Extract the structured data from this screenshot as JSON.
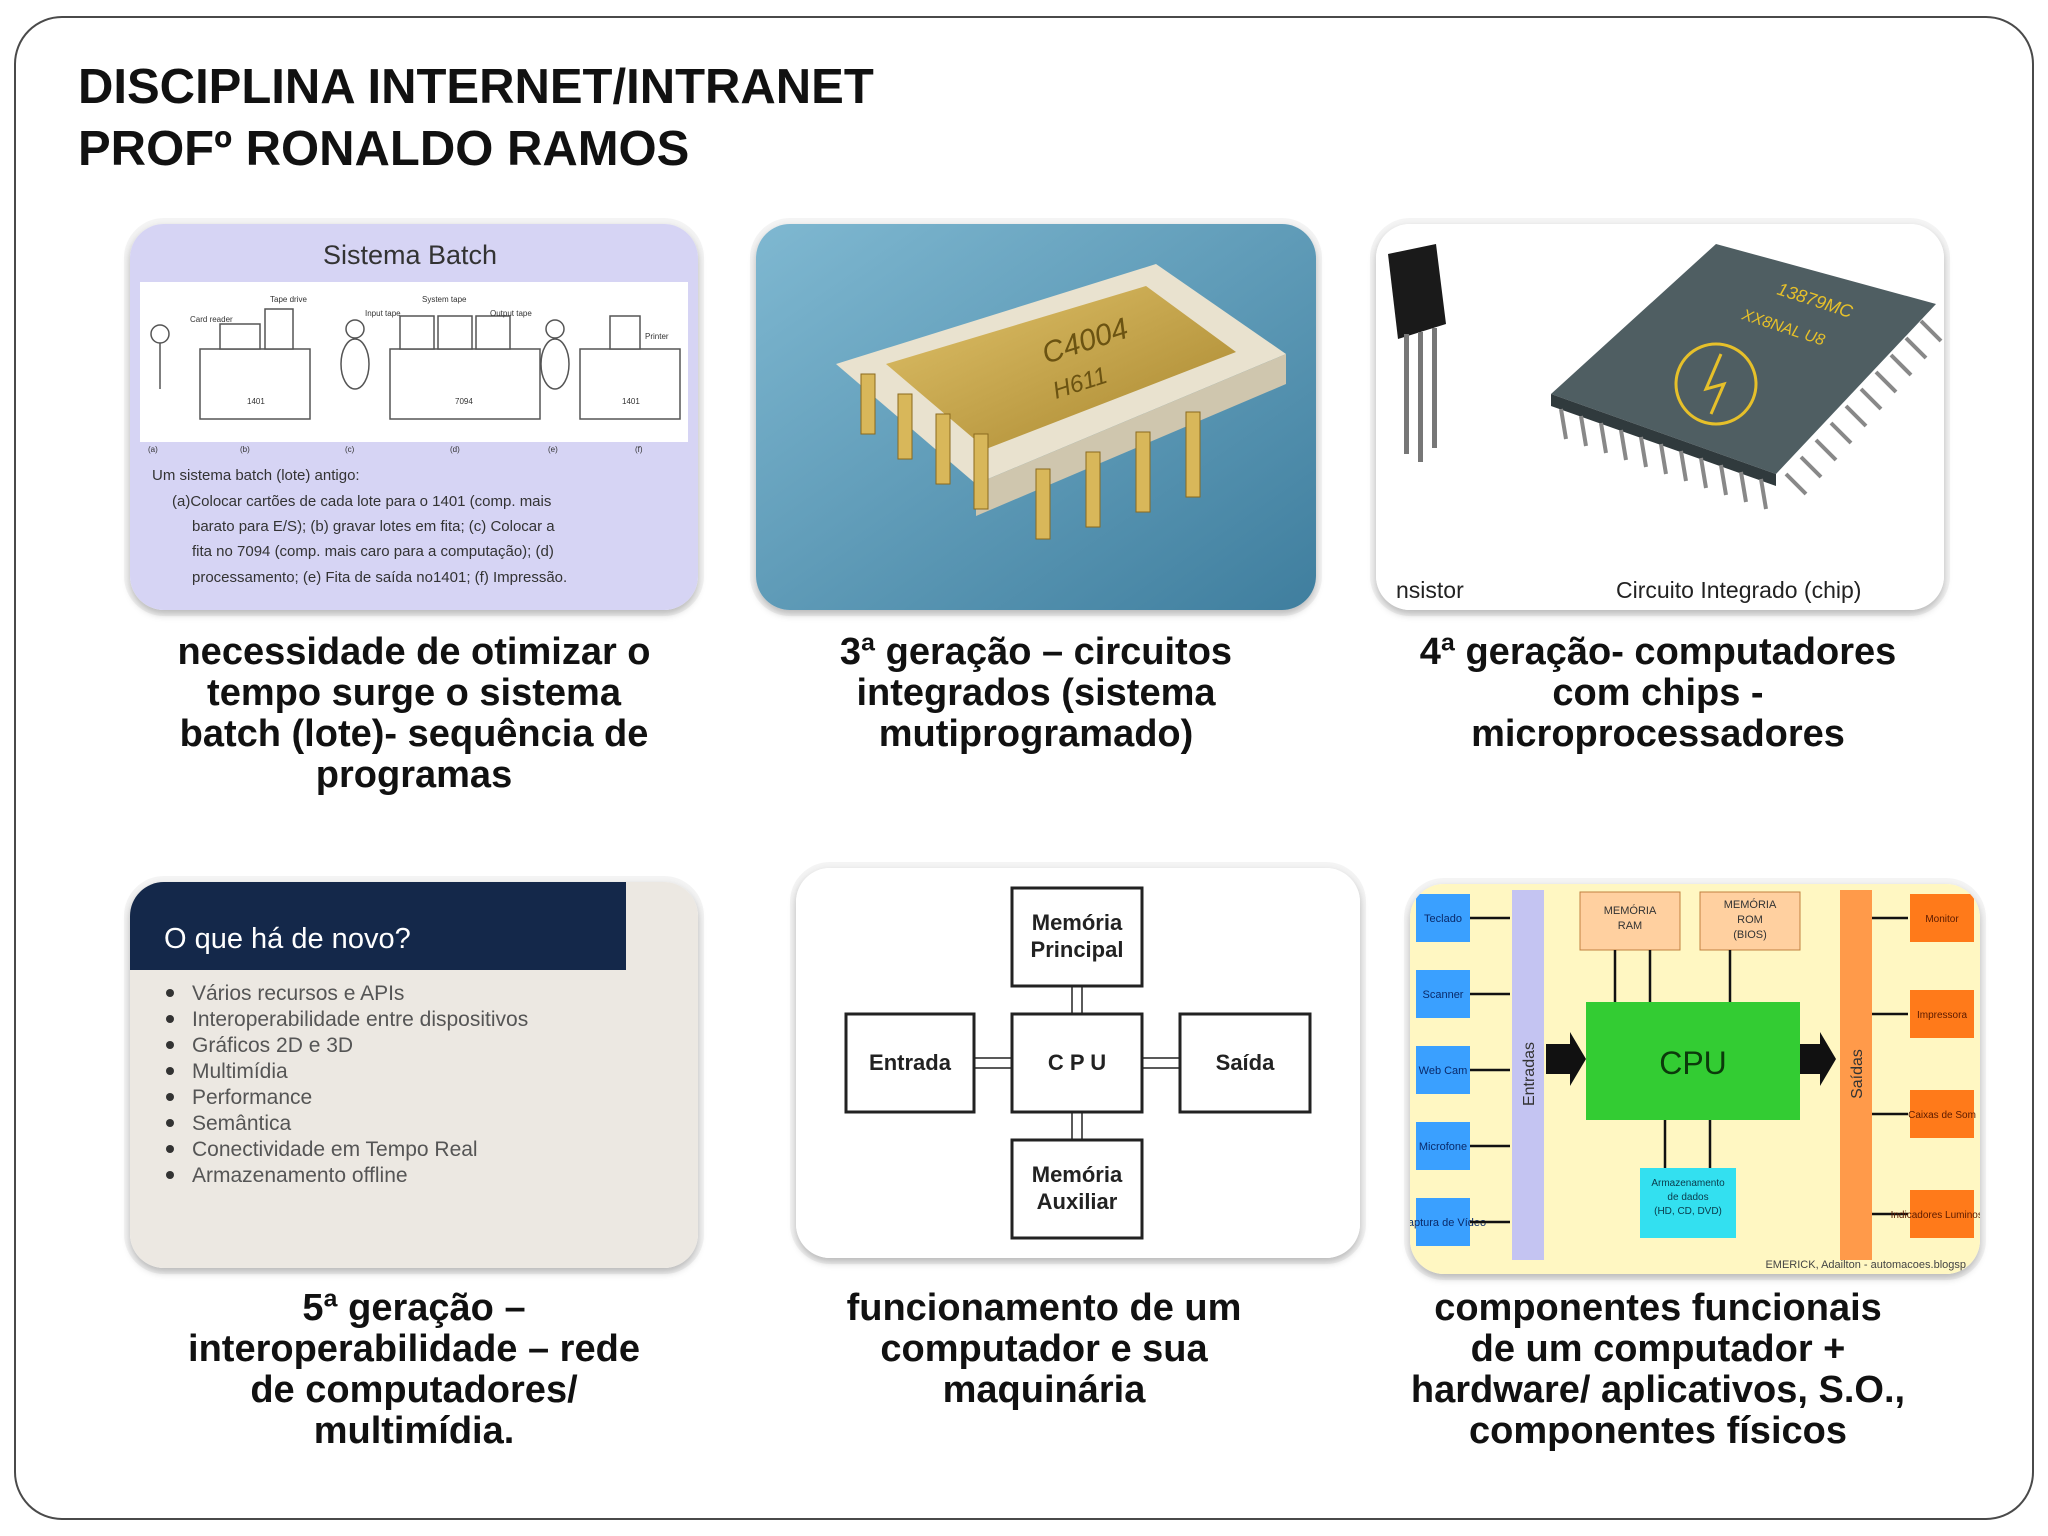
{
  "header": {
    "line1": "DISCIPLINA INTERNET/INTRANET",
    "line2": "PROFº RONALDO RAMOS"
  },
  "cards": {
    "batch": {
      "title": "Sistema Batch",
      "equip_labels": [
        "Tape drive",
        "Card reader",
        "Input tape",
        "System tape",
        "Output tape",
        "Printer"
      ],
      "machine_labels": [
        "1401",
        "7094",
        "1401"
      ],
      "step_labels": [
        "(a)",
        "(b)",
        "(c)",
        "(d)",
        "(e)",
        "(f)"
      ],
      "desc_intro": "Um sistema batch (lote) antigo:",
      "desc_lines": [
        "(a)Colocar cartões de cada lote para o 1401 (comp. mais",
        "barato para E/S); (b) gravar lotes em fita; (c) Colocar a",
        "fita no 7094 (comp. mais caro para a computação); (d)",
        "processamento; (e) Fita de saída no1401; (f) Impressão."
      ],
      "caption": [
        "necessidade de otimizar o",
        "tempo surge o sistema",
        "batch (lote)- sequência de",
        "programas"
      ]
    },
    "chip4004": {
      "marking1": "C4004",
      "marking2": "H611",
      "caption": [
        "3ª geração – circuitos",
        "integrados (sistema",
        "mutiprogramado)"
      ]
    },
    "chips": {
      "marking1": "13879MC",
      "marking2": "XX8NAL U8",
      "label_left": "nsistor",
      "label_right": "Circuito Integrado (chip)",
      "caption": [
        "4ª geração- computadores",
        "com chips -",
        "microprocessadores"
      ]
    },
    "novo": {
      "heading": "O que há de novo?",
      "items": [
        "Vários recursos e APIs",
        "Interoperabilidade entre dispositivos",
        "Gráficos 2D e 3D",
        "Multimídia",
        "Performance",
        "Semântica",
        "Conectividade em Tempo Real",
        "Armazenamento offline"
      ],
      "caption": [
        "5ª geração –",
        "interoperabilidade – rede",
        "de computadores/",
        "multimídia."
      ]
    },
    "diagram": {
      "mem_principal": [
        "Memória",
        "Principal"
      ],
      "entrada": "Entrada",
      "cpu": "C P U",
      "saida": "Saída",
      "mem_auxiliar": [
        "Memória",
        "Auxiliar"
      ],
      "caption": [
        "funcionamento de um",
        "computador e sua",
        "maquinária"
      ]
    },
    "components": {
      "inputs": [
        "Teclado",
        "Scanner",
        "Web Cam",
        "Microfone",
        "Captura de Vídeo"
      ],
      "entradas": "Entradas",
      "ram": [
        "MEMÓRIA",
        "RAM"
      ],
      "rom": [
        "MEMÓRIA",
        "ROM",
        "(BIOS)"
      ],
      "cpu": "CPU",
      "storage": [
        "Armazenamento",
        "de dados",
        "(HD, CD, DVD)"
      ],
      "saidas": "Saídas",
      "outputs": [
        "Monitor",
        "Impressora",
        "Caixas de Som",
        "Indicadores Luminosos"
      ],
      "credit": "EMERICK, Adailton - automacoes.blogsp",
      "caption": [
        "componentes funcionais",
        "de um computador +",
        "hardware/ aplicativos, S.O.,",
        "componentes físicos"
      ]
    }
  },
  "colors": {
    "batch_bg": "#d6d4f4",
    "chip_bg": "#5b9ab8",
    "novo_header": "#14284a",
    "novo_bg": "#ece8e2",
    "comp_bg": "#fff7c2",
    "comp_cpu": "#33cc33",
    "comp_orange": "#ff7a1a",
    "comp_blue": "#3aa0ff",
    "comp_lavender": "#c4c4f2"
  }
}
